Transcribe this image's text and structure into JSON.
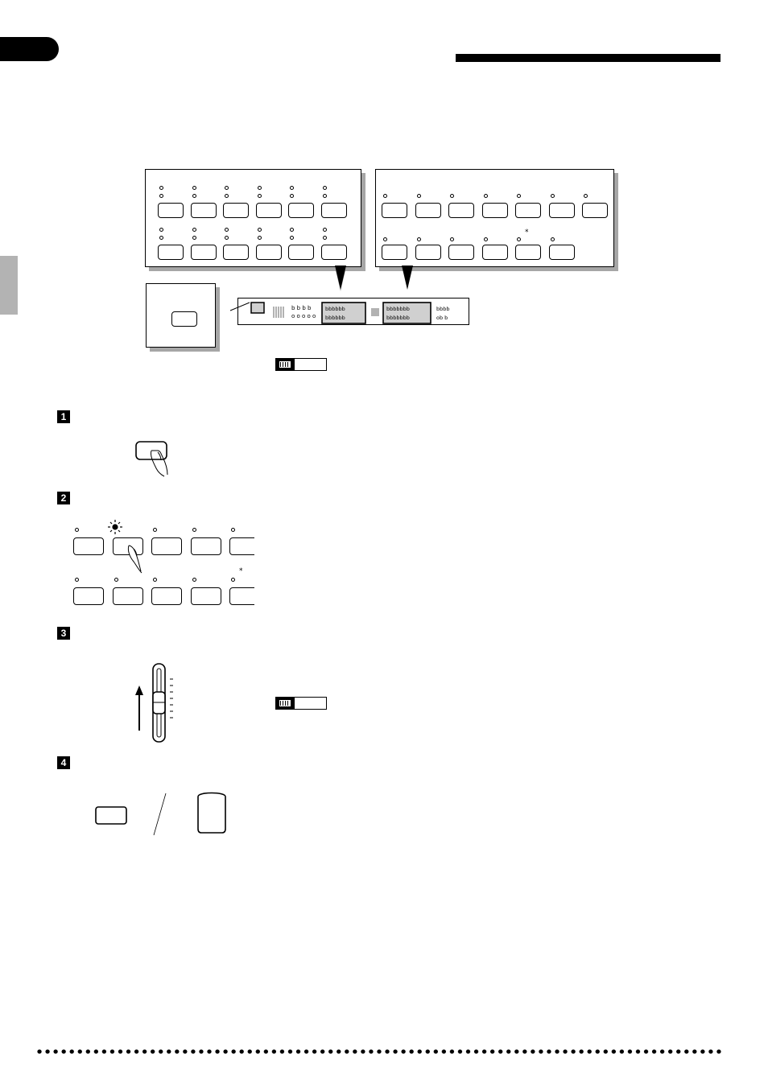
{
  "page": {
    "colors": {
      "ink": "#000000",
      "shadow": "#a6a6a6",
      "side_tab": "#b3b3b3",
      "highlight_fill": "#d0d0d0"
    }
  },
  "steps": [
    {
      "number": "1"
    },
    {
      "number": "2"
    },
    {
      "number": "3"
    },
    {
      "number": "4"
    }
  ],
  "icons": {
    "note_icon": "keyboard-note-icon",
    "finger": "pointing-finger-icon",
    "lamp_lit": "lit-lamp-icon",
    "slider": "volume-slider-icon",
    "arrow_up": "arrow-up-icon"
  },
  "panel_left": {
    "rows": 2,
    "columns": 6
  },
  "panel_right": {
    "top_row_buttons": 7,
    "bottom_row_buttons": 6,
    "asterisk": "*"
  },
  "step2_grid": {
    "rows": 2,
    "columns": 5,
    "lit_button": 2,
    "asterisk": "*"
  }
}
